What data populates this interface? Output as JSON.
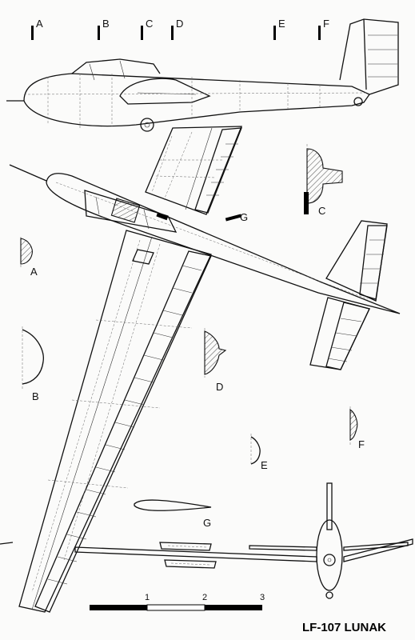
{
  "title": "LF-107 LUNAK",
  "station_marks": [
    "A",
    "B",
    "C",
    "D",
    "E",
    "F"
  ],
  "section_labels": [
    "A",
    "B",
    "C",
    "D",
    "E",
    "F",
    "G"
  ],
  "scale_bar": {
    "ticks": [
      "1",
      "2",
      "3"
    ]
  }
}
